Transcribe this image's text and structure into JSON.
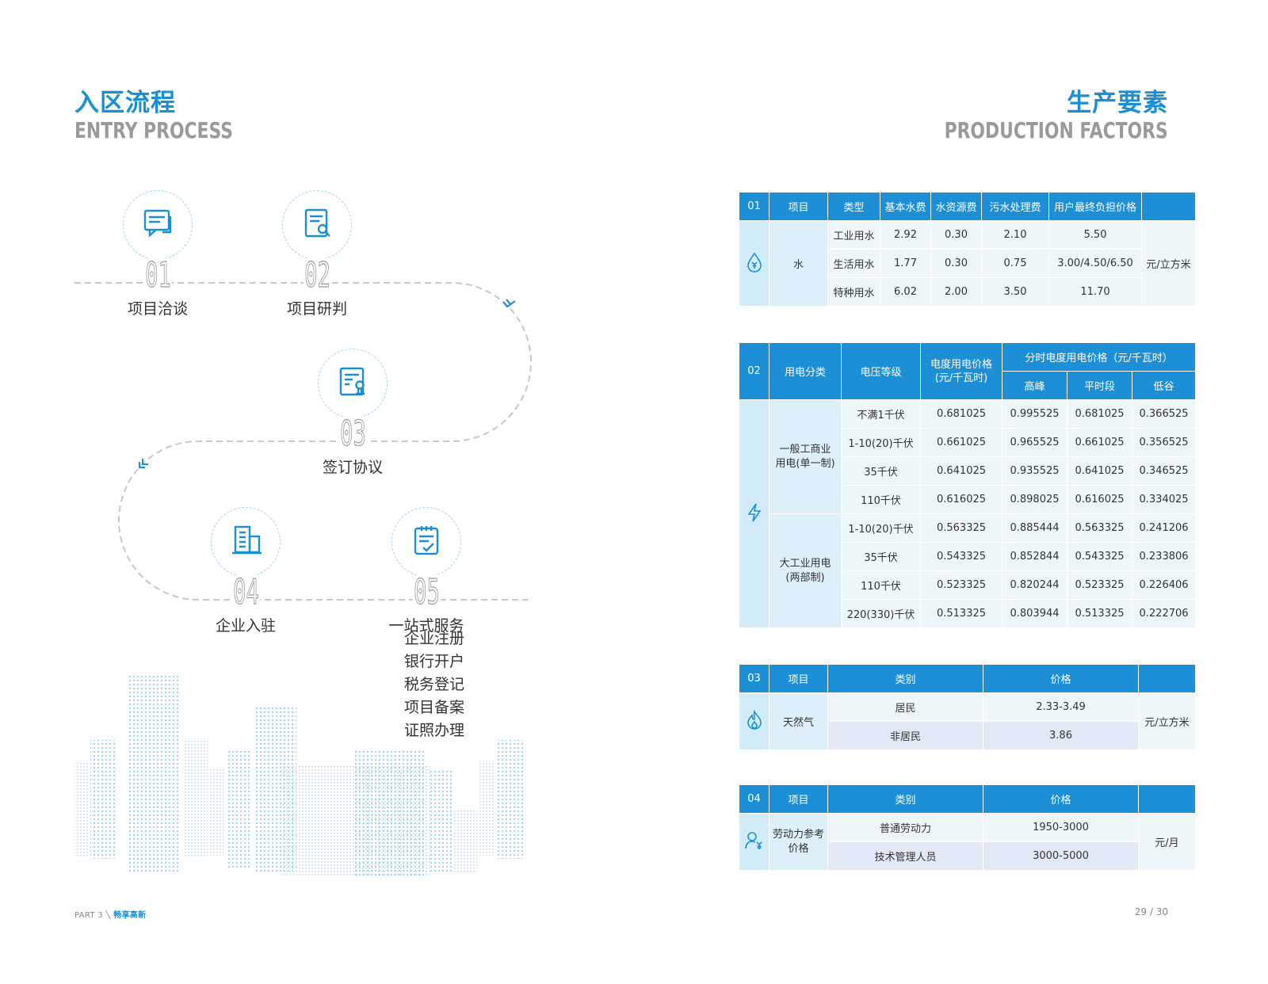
{
  "left": {
    "title_cn": "入区流程",
    "title_en": "ENTRY PROCESS"
  },
  "right": {
    "title_cn": "生产要素",
    "title_en": "PRODUCTION FACTORS"
  },
  "steps": [
    {
      "num": "01",
      "label": "项目洽谈",
      "icon": "chat-document-icon"
    },
    {
      "num": "02",
      "label": "项目研判",
      "icon": "document-search-icon"
    },
    {
      "num": "03",
      "label": "签订协议",
      "icon": "contract-seal-icon"
    },
    {
      "num": "04",
      "label": "企业入驻",
      "icon": "building-icon"
    },
    {
      "num": "05",
      "label": "一站式服务",
      "icon": "clipboard-check-icon"
    }
  ],
  "services": [
    "企业注册",
    "银行开户",
    "税务登记",
    "项目备案",
    "证照办理"
  ],
  "water": {
    "index": "01",
    "headers": [
      "项目",
      "类型",
      "基本水费",
      "水资源费",
      "污水处理费",
      "用户最终负担价格"
    ],
    "item": "水",
    "unit": "元/立方米",
    "rows": [
      [
        "工业用水",
        "2.92",
        "0.30",
        "2.10",
        "5.50"
      ],
      [
        "生活用水",
        "1.77",
        "0.30",
        "0.75",
        "3.00/4.50/6.50"
      ],
      [
        "特种用水",
        "6.02",
        "2.00",
        "3.50",
        "11.70"
      ]
    ]
  },
  "power": {
    "index": "02",
    "h_category": "用电分类",
    "h_voltage": "电压等级",
    "h_price": "电度用电价格\n(元/千瓦时)",
    "h_tou": "分时电度用电价格（元/千瓦时）",
    "h_peak": "高峰",
    "h_flat": "平时段",
    "h_valley": "低谷",
    "groups": [
      {
        "name": "一般工商业\n用电(单一制)",
        "rows": [
          [
            "不满1千伏",
            "0.681025",
            "0.995525",
            "0.681025",
            "0.366525"
          ],
          [
            "1-10(20)千伏",
            "0.661025",
            "0.965525",
            "0.661025",
            "0.356525"
          ],
          [
            "35千伏",
            "0.641025",
            "0.935525",
            "0.641025",
            "0.346525"
          ],
          [
            "110千伏",
            "0.616025",
            "0.898025",
            "0.616025",
            "0.334025"
          ]
        ]
      },
      {
        "name": "大工业用电\n(两部制)",
        "rows": [
          [
            "1-10(20)千伏",
            "0.563325",
            "0.885444",
            "0.563325",
            "0.241206"
          ],
          [
            "35千伏",
            "0.543325",
            "0.852844",
            "0.543325",
            "0.233806"
          ],
          [
            "110千伏",
            "0.523325",
            "0.820244",
            "0.523325",
            "0.226406"
          ],
          [
            "220(330)千伏",
            "0.513325",
            "0.803944",
            "0.513325",
            "0.222706"
          ]
        ]
      }
    ]
  },
  "gas": {
    "index": "03",
    "headers": [
      "项目",
      "类别",
      "价格"
    ],
    "item": "天然气",
    "unit": "元/立方米",
    "rows": [
      [
        "居民",
        "2.33-3.49"
      ],
      [
        "非居民",
        "3.86"
      ]
    ]
  },
  "labor": {
    "index": "04",
    "headers": [
      "项目",
      "类别",
      "价格"
    ],
    "item": "劳动力参考\n价格",
    "unit": "元/月",
    "rows": [
      [
        "普通劳动力",
        "1950-3000"
      ],
      [
        "技术管理人员",
        "3000-5000"
      ]
    ]
  },
  "footer": {
    "part": "PART 3",
    "section": "畅享高新",
    "pages": "29 / 30"
  },
  "colors": {
    "accent": "#1d8fd6",
    "cell": "#eef6fa",
    "icon_col": "#d2ebf8"
  }
}
